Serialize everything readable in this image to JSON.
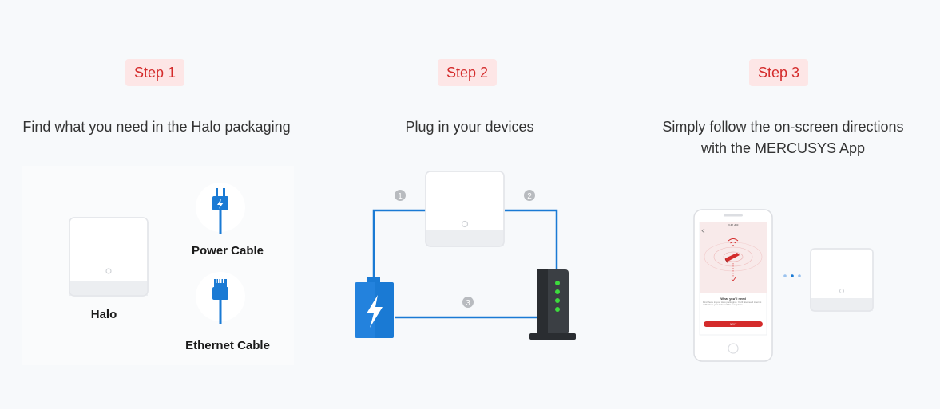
{
  "steps": [
    {
      "badge": "Step 1",
      "heading": "Find what you need in the Halo packaging"
    },
    {
      "badge": "Step 2",
      "heading": "Plug in your devices"
    },
    {
      "badge": "Step 3",
      "heading_line1": "Simply follow the on-screen directions",
      "heading_line2": "with the MERCUSYS App"
    }
  ],
  "items": {
    "halo": "Halo",
    "power_cable": "Power Cable",
    "ethernet_cable": "Ethernet Cable"
  },
  "connection_numbers": [
    "1",
    "2",
    "3"
  ],
  "app_screen": {
    "status_time": "9:41 AM",
    "title": "What you'll need",
    "description": "Find these in your Halo packaging. You'll also need internet cable from your Halo unit for set up here.",
    "button_label": "NEXT"
  },
  "colors": {
    "accent_red": "#d42b2b",
    "badge_bg": "#fde6e6",
    "cable_blue": "#1a7ad4",
    "led_green": "#3ddc3d"
  }
}
